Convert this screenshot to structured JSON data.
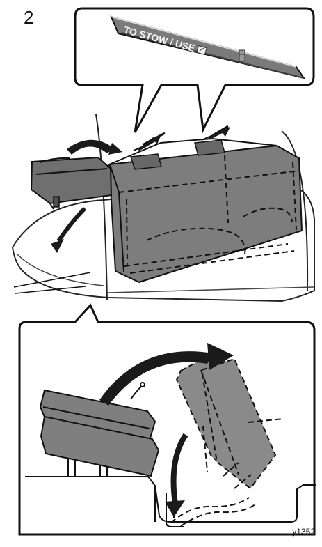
{
  "step": {
    "number": "2"
  },
  "callout": {
    "strap_text": "TO STOW / USE"
  },
  "figure": {
    "code": "y1352"
  },
  "colors": {
    "ink": "#111111",
    "seat_fill": "#7f7f7f",
    "seat_dark": "#5f5f5f",
    "strap_fill": "#767676",
    "arrow_fill": "#1a1a1a",
    "background": "#ffffff"
  }
}
